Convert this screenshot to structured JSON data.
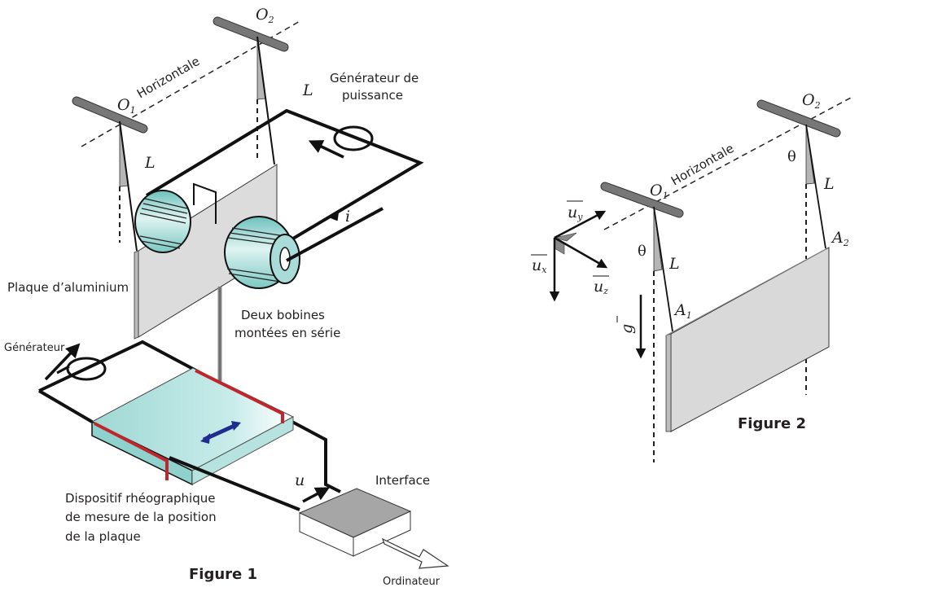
{
  "figure1": {
    "caption": "Figure 1",
    "pivot_O1": "O",
    "pivot_O1_sub": "1",
    "pivot_O2": "O",
    "pivot_O2_sub": "2",
    "horizontal_label": "Horizontale",
    "length_label": "L",
    "power_generator_line1": "Générateur de",
    "power_generator_line2": "puissance",
    "current_label": "i",
    "plate_label": "Plaque d’aluminium",
    "coils_line1": "Deux bobines",
    "coils_line2": "montées en série",
    "generator_label": "Générateur",
    "rheo_line1": "Dispositif rhéographique",
    "rheo_line2": "de mesure de la position",
    "rheo_line3": "de la plaque",
    "voltage_label": "u",
    "interface_label": "Interface",
    "computer_label": "Ordinateur"
  },
  "figure2": {
    "caption": "Figure 2",
    "pivot_O1": "O",
    "pivot_O1_sub": "1",
    "pivot_O2": "O",
    "pivot_O2_sub": "2",
    "horizontal_label": "Horizontale",
    "theta_label": "θ",
    "length_label": "L",
    "point_A1": "A",
    "point_A1_sub": "1",
    "point_A2": "A",
    "point_A2_sub": "2",
    "unit_x": "u",
    "unit_x_sub": "x",
    "unit_y": "u",
    "unit_y_sub": "y",
    "unit_z": "u",
    "unit_z_sub": "z",
    "gravity_label": "g"
  },
  "colors": {
    "coil": "#8fd0cc",
    "plate": "#d9d9d9",
    "rheo_tank": "#a8dcd8",
    "rheo_electrode": "#c0272d",
    "motion_arrow": "#1e2d8f",
    "interface_top": "#a6a6a6"
  }
}
